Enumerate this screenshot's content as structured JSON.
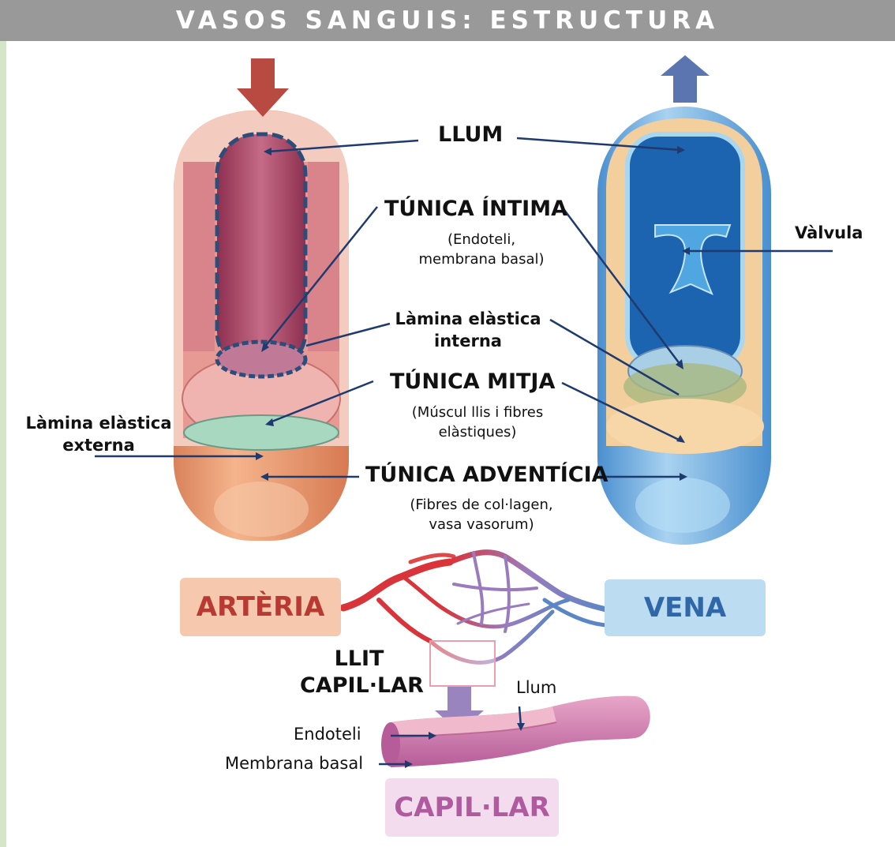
{
  "title": "VASOS SANGUIS: ESTRUCTURA",
  "labels": {
    "llum": "LLUM",
    "tunica_intima": "TÚNICA ÍNTIMA",
    "tunica_intima_sub1": "(Endoteli,",
    "tunica_intima_sub2": "membrana basal)",
    "lamina_interna1": "Làmina elàstica",
    "lamina_interna2": "interna",
    "tunica_mitja": "TÚNICA MITJA",
    "tunica_mitja_sub1": "(Múscul llis i fibres",
    "tunica_mitja_sub2": "elàstiques)",
    "tunica_adventicia": "TÚNICA ADVENTÍCIA",
    "tunica_adventicia_sub1": "(Fibres de col·lagen,",
    "tunica_adventicia_sub2": "vasa vasorum)",
    "lamina_externa1": "Làmina elàstica",
    "lamina_externa2": "externa",
    "valvula": "Vàlvula",
    "llit1": "LLIT",
    "llit2": "CAPIL·LAR",
    "llum_cap": "Llum",
    "endoteli": "Endoteli",
    "membrana_basal": "Membrana basal"
  },
  "boxes": {
    "arteria": "ARTÈRIA",
    "vena": "VENA",
    "capillar": "CAPIL·LAR"
  },
  "colors": {
    "title_bar": "#999999",
    "artery_red": "#c0392b",
    "vein_blue": "#1a5fa8",
    "arrow_red": "#b84a42",
    "arrow_blue": "#5b75b0",
    "arrow_purple": "#9a84be",
    "leader_line": "#1e3a6e",
    "arteria_box_bg": "#f6c9ae",
    "arteria_text": "#b83a32",
    "vena_box_bg": "#bcdcf2",
    "vena_text": "#2f67a8",
    "capillar_box_bg": "#f2dced",
    "capillar_text": "#b05aa0"
  }
}
